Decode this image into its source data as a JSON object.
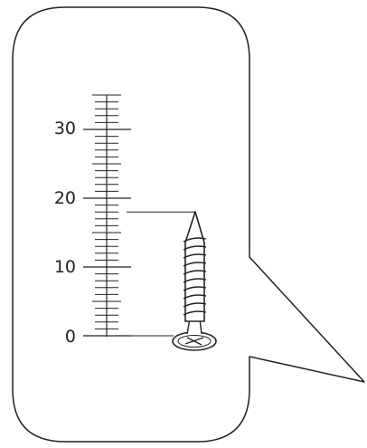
{
  "ruler": {
    "min": 0,
    "max": 35,
    "unit_step": 1,
    "labeled_ticks": [
      "0",
      "10",
      "20",
      "30"
    ]
  },
  "screw": {
    "tip_reading": 18,
    "head_reading": 0
  },
  "colors": {
    "stroke": "#222222",
    "background": "#ffffff"
  }
}
